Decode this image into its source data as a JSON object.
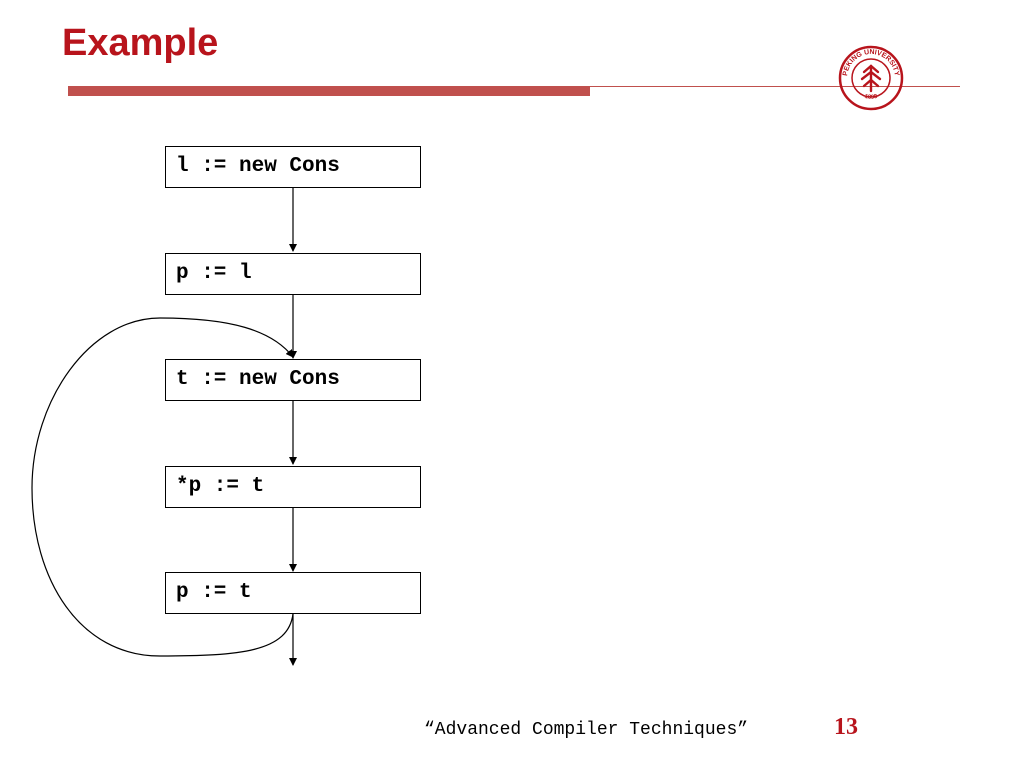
{
  "slide": {
    "title": "Example",
    "footer": "“Advanced Compiler Techniques”",
    "page_number": "13",
    "logo": {
      "name": "peking-university-seal",
      "text_top": "PEKING UNIVERSITY",
      "text_bottom": "1898",
      "color": "#b8141c"
    },
    "accent_color": "#c0504d"
  },
  "flowchart": {
    "nodes": [
      {
        "id": "n1",
        "label": "l := new Cons"
      },
      {
        "id": "n2",
        "label": "p := l"
      },
      {
        "id": "n3",
        "label": "t := new Cons"
      },
      {
        "id": "n4",
        "label": "*p := t"
      },
      {
        "id": "n5",
        "label": "p := t"
      }
    ],
    "edges": [
      {
        "from": "n1",
        "to": "n2"
      },
      {
        "from": "n2",
        "to": "n3"
      },
      {
        "from": "n3",
        "to": "n4"
      },
      {
        "from": "n4",
        "to": "n5"
      },
      {
        "from": "n5",
        "to": "n3",
        "kind": "loop-back"
      },
      {
        "from": "n5",
        "to": "exit"
      }
    ]
  }
}
